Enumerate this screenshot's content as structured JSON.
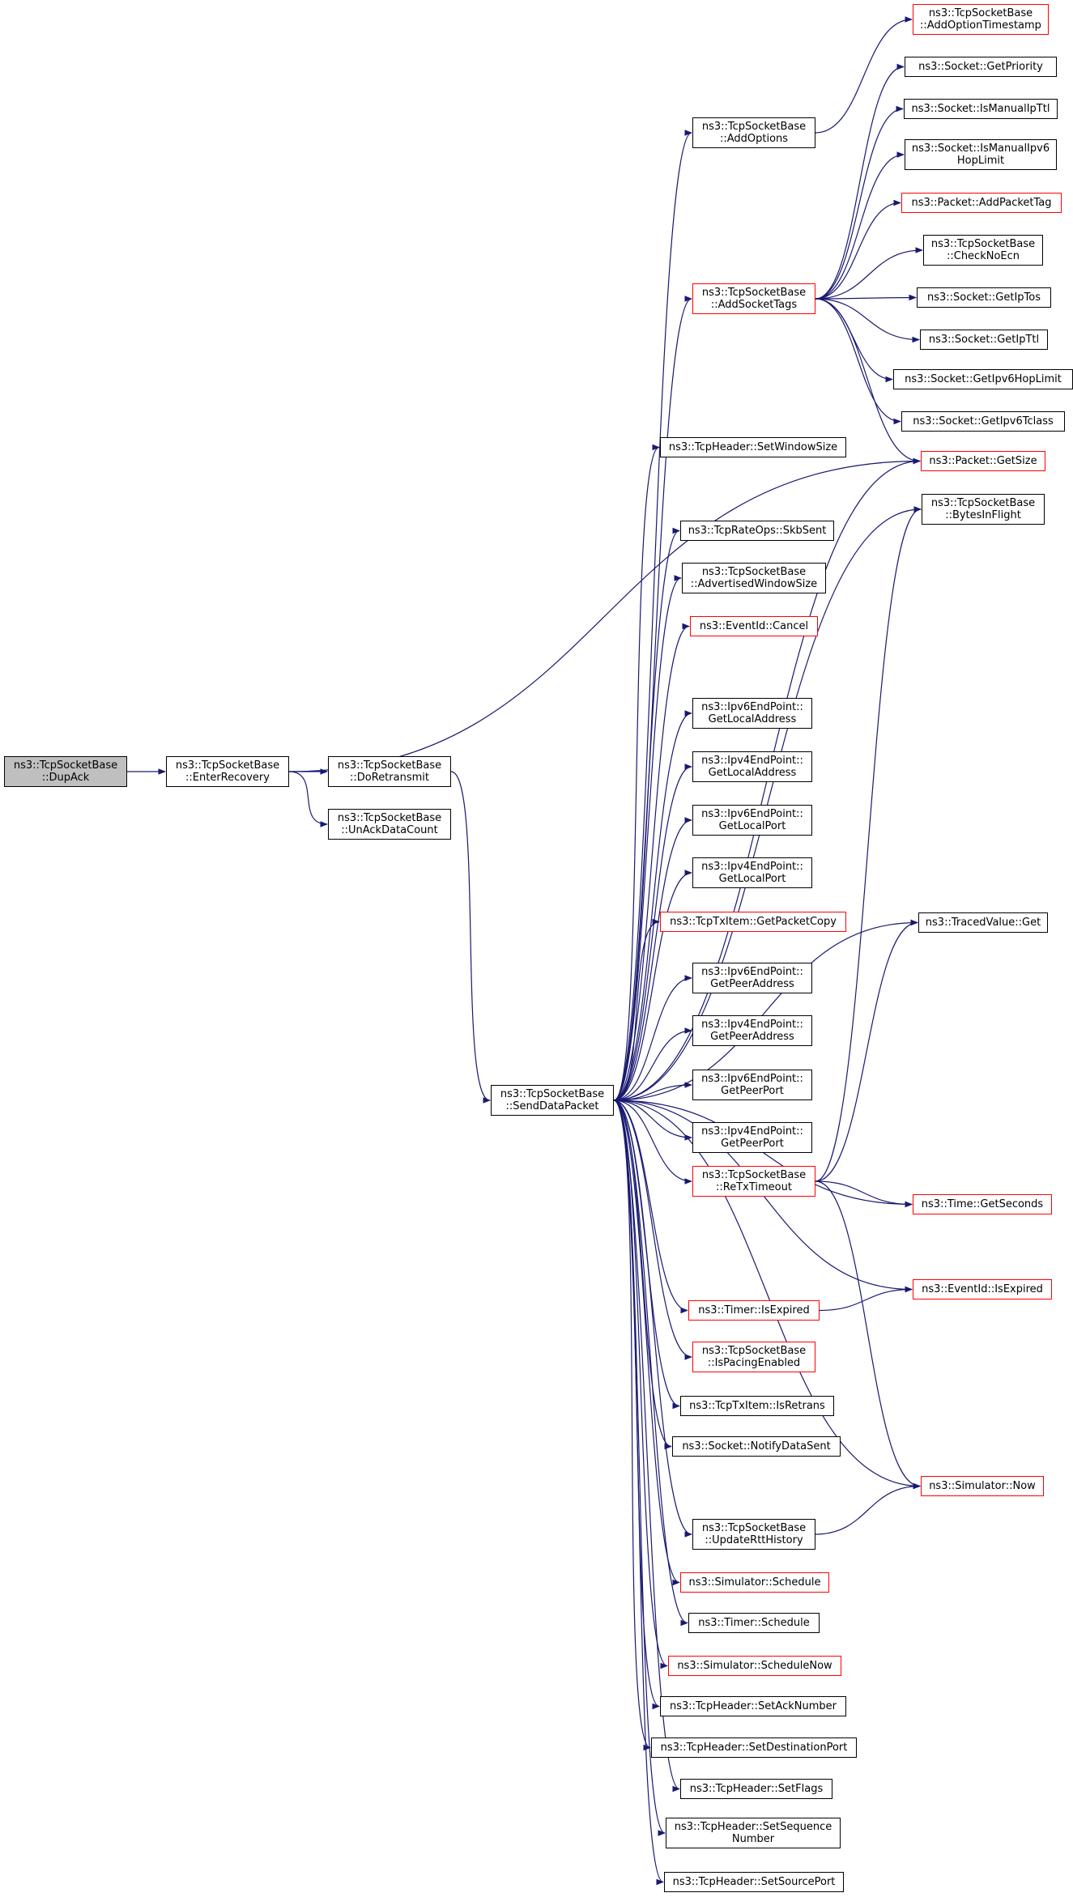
{
  "colors": {
    "edge": "#191970",
    "node_border": "#000000",
    "node_border_link": "#ff0000",
    "root_fill": "#bfbfbf"
  },
  "nodes": [
    {
      "id": "dupack",
      "label": "ns3::TcpSocketBase\n::DupAck",
      "style": "root"
    },
    {
      "id": "enterrecovery",
      "label": "ns3::TcpSocketBase\n::EnterRecovery",
      "style": "black"
    },
    {
      "id": "doretransmit",
      "label": "ns3::TcpSocketBase\n::DoRetransmit",
      "style": "black"
    },
    {
      "id": "unackdatacount",
      "label": "ns3::TcpSocketBase\n::UnAckDataCount",
      "style": "black"
    },
    {
      "id": "senddatapacket",
      "label": "ns3::TcpSocketBase\n::SendDataPacket",
      "style": "black"
    },
    {
      "id": "addoptions",
      "label": "ns3::TcpSocketBase\n::AddOptions",
      "style": "black"
    },
    {
      "id": "addsockettags",
      "label": "ns3::TcpSocketBase\n::AddSocketTags",
      "style": "red"
    },
    {
      "id": "setwindowsize",
      "label": "ns3::TcpHeader::SetWindowSize",
      "style": "black"
    },
    {
      "id": "skbsent",
      "label": "ns3::TcpRateOps::SkbSent",
      "style": "black"
    },
    {
      "id": "advwindowsize",
      "label": "ns3::TcpSocketBase\n::AdvertisedWindowSize",
      "style": "black"
    },
    {
      "id": "eventcancel",
      "label": "ns3::EventId::Cancel",
      "style": "red"
    },
    {
      "id": "ipv6localaddr",
      "label": "ns3::Ipv6EndPoint::\nGetLocalAddress",
      "style": "black"
    },
    {
      "id": "ipv4localaddr",
      "label": "ns3::Ipv4EndPoint::\nGetLocalAddress",
      "style": "black"
    },
    {
      "id": "ipv6localport",
      "label": "ns3::Ipv6EndPoint::\nGetLocalPort",
      "style": "black"
    },
    {
      "id": "ipv4localport",
      "label": "ns3::Ipv4EndPoint::\nGetLocalPort",
      "style": "black"
    },
    {
      "id": "getpacketcopy",
      "label": "ns3::TcpTxItem::GetPacketCopy",
      "style": "red"
    },
    {
      "id": "ipv6peeraddr",
      "label": "ns3::Ipv6EndPoint::\nGetPeerAddress",
      "style": "black"
    },
    {
      "id": "ipv4peeraddr",
      "label": "ns3::Ipv4EndPoint::\nGetPeerAddress",
      "style": "black"
    },
    {
      "id": "ipv6peerport",
      "label": "ns3::Ipv6EndPoint::\nGetPeerPort",
      "style": "black"
    },
    {
      "id": "ipv4peerport",
      "label": "ns3::Ipv4EndPoint::\nGetPeerPort",
      "style": "black"
    },
    {
      "id": "retxtimeout",
      "label": "ns3::TcpSocketBase\n::ReTxTimeout",
      "style": "red"
    },
    {
      "id": "timerisexpired",
      "label": "ns3::Timer::IsExpired",
      "style": "red"
    },
    {
      "id": "ispacingenabled",
      "label": "ns3::TcpSocketBase\n::IsPacingEnabled",
      "style": "red"
    },
    {
      "id": "isretrans",
      "label": "ns3::TcpTxItem::IsRetrans",
      "style": "black"
    },
    {
      "id": "notifydatasent",
      "label": "ns3::Socket::NotifyDataSent",
      "style": "black"
    },
    {
      "id": "updaterttHistory",
      "label": "ns3::TcpSocketBase\n::UpdateRttHistory",
      "style": "black"
    },
    {
      "id": "simschedule",
      "label": "ns3::Simulator::Schedule",
      "style": "red"
    },
    {
      "id": "timerschedule",
      "label": "ns3::Timer::Schedule",
      "style": "black"
    },
    {
      "id": "schedulenow",
      "label": "ns3::Simulator::ScheduleNow",
      "style": "red"
    },
    {
      "id": "setacknumber",
      "label": "ns3::TcpHeader::SetAckNumber",
      "style": "black"
    },
    {
      "id": "setdestport",
      "label": "ns3::TcpHeader::SetDestinationPort",
      "style": "black"
    },
    {
      "id": "setflags",
      "label": "ns3::TcpHeader::SetFlags",
      "style": "black"
    },
    {
      "id": "setseqnumber",
      "label": "ns3::TcpHeader::SetSequence\nNumber",
      "style": "black"
    },
    {
      "id": "setsourceport",
      "label": "ns3::TcpHeader::SetSourcePort",
      "style": "black"
    },
    {
      "id": "addopttimestamp",
      "label": "ns3::TcpSocketBase\n::AddOptionTimestamp",
      "style": "red"
    },
    {
      "id": "getpriority",
      "label": "ns3::Socket::GetPriority",
      "style": "black"
    },
    {
      "id": "ismanualipttl",
      "label": "ns3::Socket::IsManualIpTtl",
      "style": "black"
    },
    {
      "id": "ismanualipv6hop",
      "label": "ns3::Socket::IsManualIpv6\nHopLimit",
      "style": "black"
    },
    {
      "id": "addpackettag",
      "label": "ns3::Packet::AddPacketTag",
      "style": "red"
    },
    {
      "id": "checknoecn",
      "label": "ns3::TcpSocketBase\n::CheckNoEcn",
      "style": "black"
    },
    {
      "id": "getiptos",
      "label": "ns3::Socket::GetIpTos",
      "style": "black"
    },
    {
      "id": "getipttl",
      "label": "ns3::Socket::GetIpTtl",
      "style": "black"
    },
    {
      "id": "getipv6hoplimit",
      "label": "ns3::Socket::GetIpv6HopLimit",
      "style": "black"
    },
    {
      "id": "getipv6tclass",
      "label": "ns3::Socket::GetIpv6Tclass",
      "style": "black"
    },
    {
      "id": "packetgetsize",
      "label": "ns3::Packet::GetSize",
      "style": "red"
    },
    {
      "id": "bytesinflight",
      "label": "ns3::TcpSocketBase\n::BytesInFlight",
      "style": "black"
    },
    {
      "id": "tracedvalueget",
      "label": "ns3::TracedValue::Get",
      "style": "black"
    },
    {
      "id": "timegetseconds",
      "label": "ns3::Time::GetSeconds",
      "style": "red"
    },
    {
      "id": "eventisexpired",
      "label": "ns3::EventId::IsExpired",
      "style": "red"
    },
    {
      "id": "simnow",
      "label": "ns3::Simulator::Now",
      "style": "red"
    }
  ],
  "edges": [
    [
      "dupack",
      "enterrecovery"
    ],
    [
      "enterrecovery",
      "doretransmit"
    ],
    [
      "enterrecovery",
      "unackdatacount"
    ],
    [
      "enterrecovery",
      "packetgetsize"
    ],
    [
      "doretransmit",
      "senddatapacket"
    ],
    [
      "senddatapacket",
      "addoptions"
    ],
    [
      "senddatapacket",
      "addsockettags"
    ],
    [
      "senddatapacket",
      "setwindowsize"
    ],
    [
      "senddatapacket",
      "skbsent"
    ],
    [
      "senddatapacket",
      "advwindowsize"
    ],
    [
      "senddatapacket",
      "eventcancel"
    ],
    [
      "senddatapacket",
      "ipv6localaddr"
    ],
    [
      "senddatapacket",
      "ipv4localaddr"
    ],
    [
      "senddatapacket",
      "ipv6localport"
    ],
    [
      "senddatapacket",
      "ipv4localport"
    ],
    [
      "senddatapacket",
      "getpacketcopy"
    ],
    [
      "senddatapacket",
      "ipv6peeraddr"
    ],
    [
      "senddatapacket",
      "ipv4peeraddr"
    ],
    [
      "senddatapacket",
      "ipv6peerport"
    ],
    [
      "senddatapacket",
      "ipv4peerport"
    ],
    [
      "senddatapacket",
      "retxtimeout"
    ],
    [
      "senddatapacket",
      "timerisexpired"
    ],
    [
      "senddatapacket",
      "ispacingenabled"
    ],
    [
      "senddatapacket",
      "isretrans"
    ],
    [
      "senddatapacket",
      "notifydatasent"
    ],
    [
      "senddatapacket",
      "updaterttHistory"
    ],
    [
      "senddatapacket",
      "simschedule"
    ],
    [
      "senddatapacket",
      "timerschedule"
    ],
    [
      "senddatapacket",
      "schedulenow"
    ],
    [
      "senddatapacket",
      "setacknumber"
    ],
    [
      "senddatapacket",
      "setdestport"
    ],
    [
      "senddatapacket",
      "setflags"
    ],
    [
      "senddatapacket",
      "setseqnumber"
    ],
    [
      "senddatapacket",
      "setsourceport"
    ],
    [
      "senddatapacket",
      "packetgetsize"
    ],
    [
      "senddatapacket",
      "bytesinflight"
    ],
    [
      "senddatapacket",
      "tracedvalueget"
    ],
    [
      "senddatapacket",
      "timegetseconds"
    ],
    [
      "senddatapacket",
      "eventisexpired"
    ],
    [
      "senddatapacket",
      "simnow"
    ],
    [
      "addoptions",
      "addopttimestamp"
    ],
    [
      "addsockettags",
      "getpriority"
    ],
    [
      "addsockettags",
      "ismanualipttl"
    ],
    [
      "addsockettags",
      "ismanualipv6hop"
    ],
    [
      "addsockettags",
      "addpackettag"
    ],
    [
      "addsockettags",
      "checknoecn"
    ],
    [
      "addsockettags",
      "getiptos"
    ],
    [
      "addsockettags",
      "getipttl"
    ],
    [
      "addsockettags",
      "getipv6hoplimit"
    ],
    [
      "addsockettags",
      "getipv6tclass"
    ],
    [
      "addsockettags",
      "packetgetsize"
    ],
    [
      "retxtimeout",
      "bytesinflight"
    ],
    [
      "retxtimeout",
      "tracedvalueget"
    ],
    [
      "retxtimeout",
      "timegetseconds"
    ],
    [
      "retxtimeout",
      "simnow"
    ],
    [
      "timerisexpired",
      "eventisexpired"
    ],
    [
      "updaterttHistory",
      "simnow"
    ]
  ]
}
